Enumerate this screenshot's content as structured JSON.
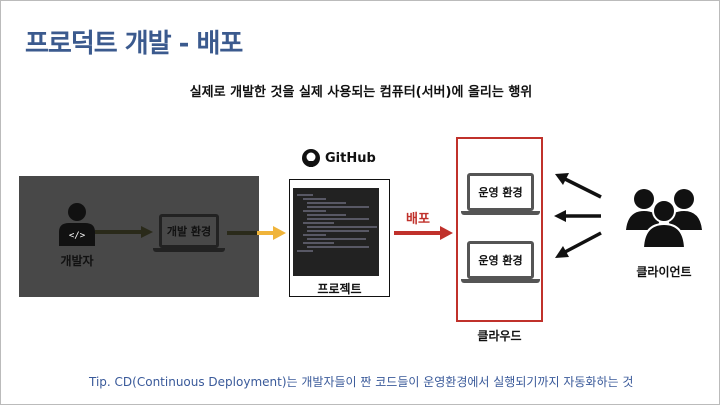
{
  "title": "프로덕트 개발 - 배포",
  "subtitle": "실제로 개발한 것을 실제 사용되는 컴퓨터(서버)에 올리는 행위",
  "developer": {
    "label": "개발자",
    "laptop_label": "개발 환경"
  },
  "github": {
    "label": "GitHub",
    "project_label": "프로젝트"
  },
  "deploy_label": "배포",
  "cloud": {
    "label": "클라우드",
    "servers": [
      "운영 환경",
      "운영 환경"
    ]
  },
  "client_label": "클라이언트",
  "tip": "Tip. CD(Continuous Deployment)는 개발자들이 짠 코드들이 운영환경에서 실행되기까지 자동화하는 것",
  "colors": {
    "title": "#3b5a8e",
    "deploy": "#c0312b",
    "flow": "#f0b43a"
  }
}
